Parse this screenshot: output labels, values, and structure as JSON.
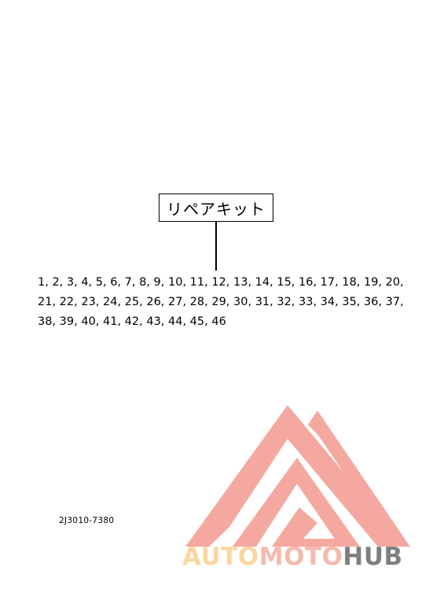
{
  "diagram": {
    "kit_label": "リペアキット",
    "part_lines": [
      "1, 2, 3, 4, 5, 6, 7, 8, 9, 10, 11, 12, 13, 14, 15, 16, 17, 18, 19, 20,",
      "21, 22, 23, 24, 25, 26, 27, 28, 29, 30, 31, 32, 33, 34, 35, 36, 37,",
      "38, 39, 40, 41, 42, 43, 44, 45, 46"
    ],
    "part_code": "2J3010-7380"
  },
  "watermark": {
    "text_auto": "AUTO",
    "text_moto": "MOTO",
    "text_hub": "HUB",
    "color_logo": "#f49a90",
    "color_auto": "#fbd6a0",
    "color_hub": "#7f7f7f"
  }
}
